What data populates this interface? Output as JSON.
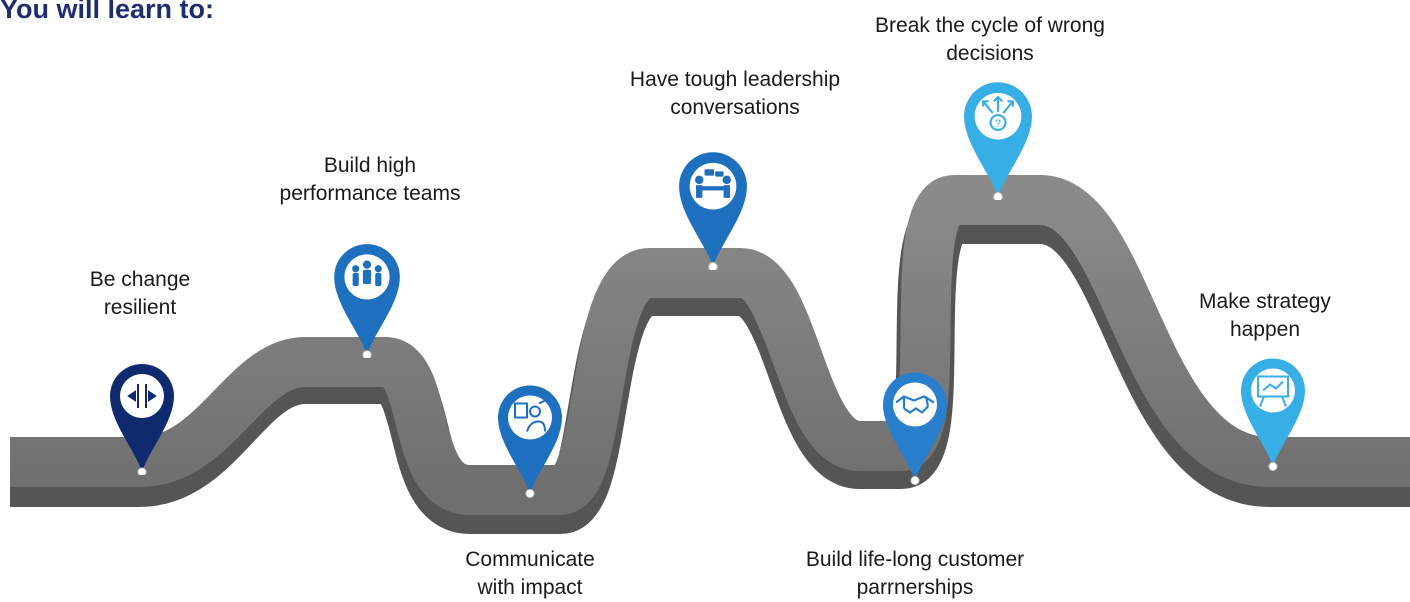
{
  "title": "You will learn to:",
  "colors": {
    "road": "#7e7e7e",
    "road_edge": "#5e5e5e",
    "pin_dark": "#0f2a6e",
    "pin_blue": "#1f6fbf",
    "pin_mid": "#2a8fd6",
    "pin_light": "#37aee6",
    "label_text": "#1a1a1a",
    "title_text": "#1f2d6e"
  },
  "milestones": [
    {
      "label": "Be change\nresilient",
      "icon": "inward-arrows-icon",
      "color": "#0f2a6e"
    },
    {
      "label": "Build high\nperformance teams",
      "icon": "team-celebration-icon",
      "color": "#1f6fbf"
    },
    {
      "label": "Communicate\nwith impact",
      "icon": "presenter-icon",
      "color": "#1f6fbf"
    },
    {
      "label": "Have tough leadership\nconversations",
      "icon": "meeting-icon",
      "color": "#1f6fbf"
    },
    {
      "label": "Build life-long customer\nparrnerships",
      "icon": "handshake-icon",
      "color": "#2a7fcc"
    },
    {
      "label": "Break the cycle of wrong\ndecisions",
      "icon": "decision-arrows-icon",
      "color": "#37aee6"
    },
    {
      "label": "Make strategy\nhappen",
      "icon": "strategy-board-icon",
      "color": "#37aee6"
    }
  ]
}
